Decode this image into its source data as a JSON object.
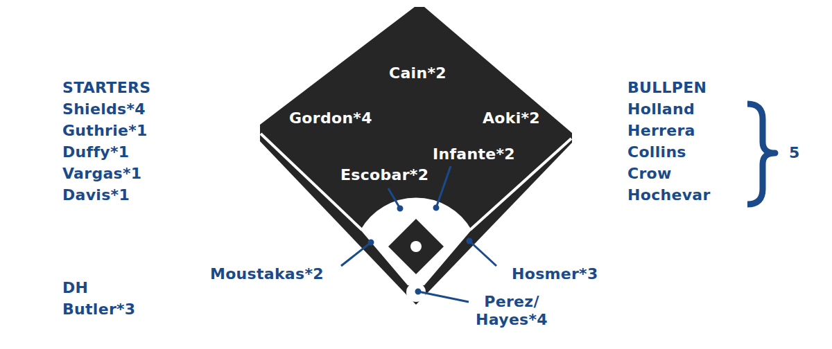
{
  "diagram": {
    "labels": [
      "STARTERS",
      "Shields*4",
      "Guthrie*1",
      "Duffy*1",
      "Vargas*1",
      "Davis*1",
      "Cain*2",
      "Gordon*4",
      "Aoki*2",
      "Infante*2",
      "Escobar*2",
      "Moustakas*2",
      "Hosmer*3",
      "Perez/ Hayes*4",
      "DH",
      "Butler*3",
      "BULLPEN",
      "Holland",
      "Herrera",
      "Collins",
      "Crow",
      "Hochevar",
      "5"
    ]
  }
}
